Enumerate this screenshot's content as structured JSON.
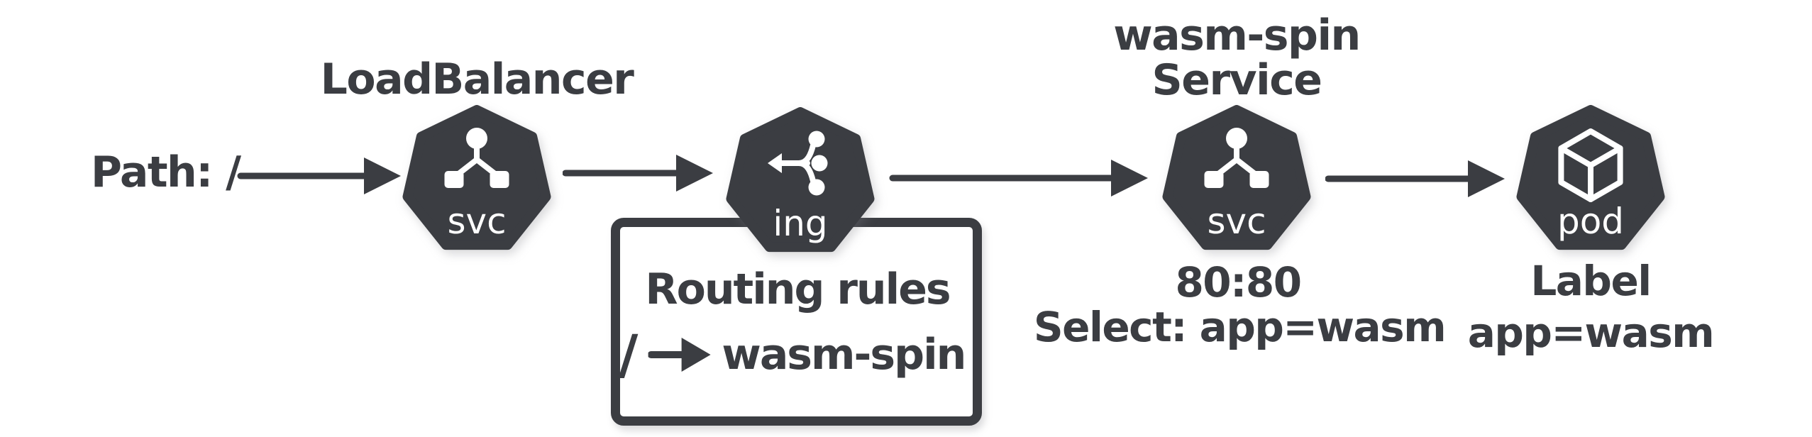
{
  "diagram": {
    "request_label": "Path: /",
    "nodes": {
      "loadbalancer": {
        "title": "LoadBalancer",
        "badge": "svc",
        "icon": "kubernetes-service-icon"
      },
      "ingress": {
        "badge": "ing",
        "icon": "kubernetes-ingress-icon"
      },
      "wasm_spin_service": {
        "title_line1": "wasm-spin",
        "title_line2": "Service",
        "badge": "svc",
        "icon": "kubernetes-service-icon",
        "port_mapping": "80:80",
        "selector": "Select: app=wasm"
      },
      "pod": {
        "badge": "pod",
        "icon": "kubernetes-pod-icon",
        "label_line1": "Label",
        "label_line2": "app=wasm"
      }
    },
    "routing_box": {
      "title": "Routing rules",
      "rule_path": "/",
      "rule_target": "wasm-spin"
    },
    "colors": {
      "dark": "#3b3d42",
      "background": "#ffffff",
      "icon_foreground": "#ffffff"
    }
  }
}
